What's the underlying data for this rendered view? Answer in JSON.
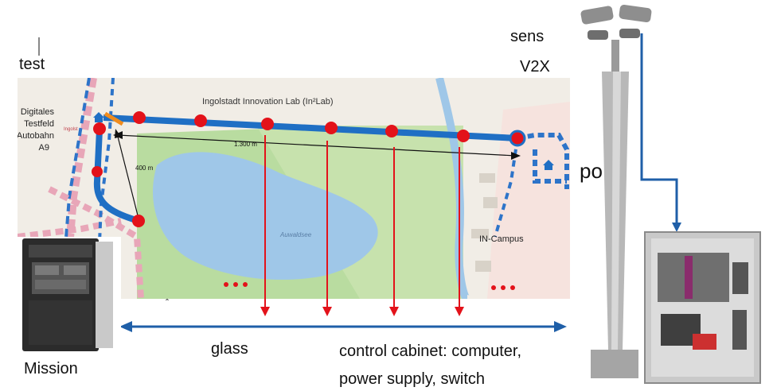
{
  "labels": {
    "test": "test",
    "sens": "sens",
    "v2x": "V2X",
    "po": "po",
    "glass": "glass",
    "mission": "Mission",
    "cabinet_line1": "control cabinet: computer,",
    "cabinet_line2": "power supply, switch",
    "caret": "ˆ"
  },
  "map": {
    "lab_title": "Ingolstadt Innovation Lab (In²Lab)",
    "testfeld": [
      "Digitales",
      "Testfeld",
      "Autobahn",
      "A9"
    ],
    "distance_long": "1.300 m",
    "distance_short": "400 m",
    "campus": "IN-Campus",
    "lake": "Auwaldsee",
    "ingolstadt": "Ingolst"
  },
  "colors": {
    "route": "#1f6fc4",
    "node": "#e3121a",
    "arrow": "#e3121a",
    "fiber": "#1f5fa8",
    "water": "#9fc7e8",
    "park": "#b9dca0",
    "land": "#f1ede6",
    "campus": "#f6e3de"
  }
}
